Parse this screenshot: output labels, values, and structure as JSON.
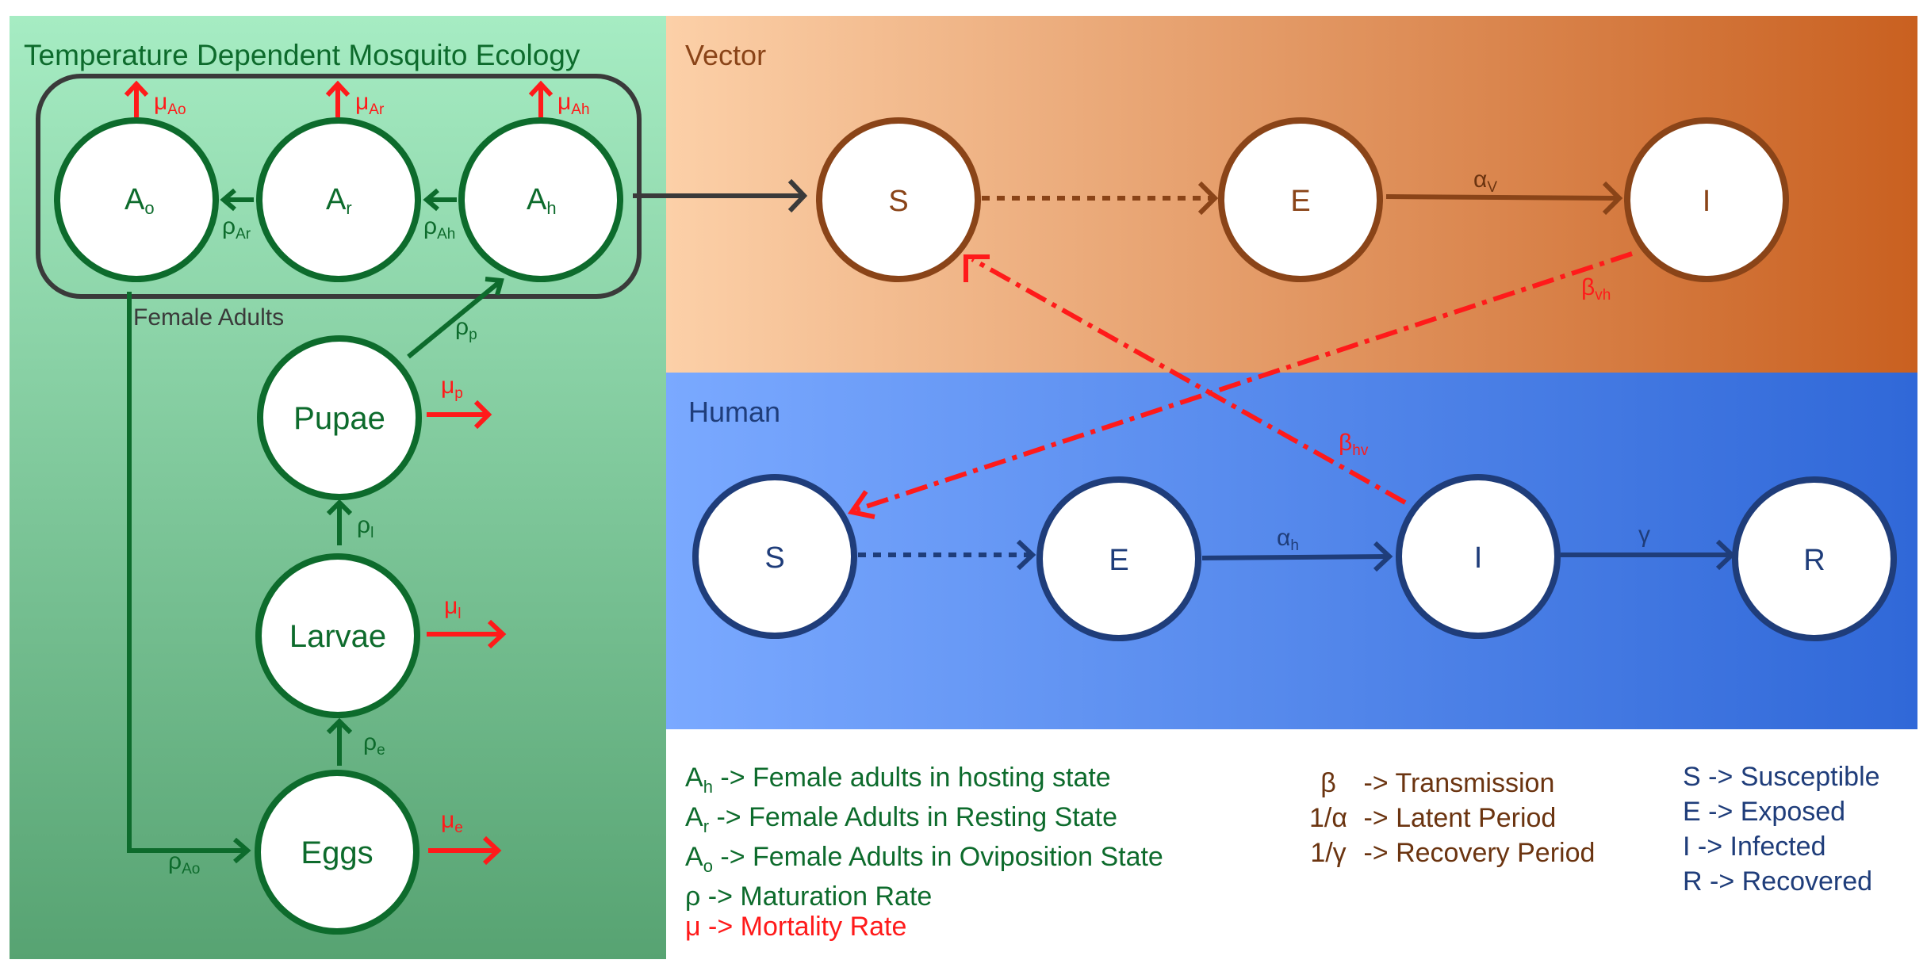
{
  "colors": {
    "mosquito_green": "#0d6b2c",
    "mortality_red": "#ff1a1a",
    "vector_brown": "#8a4418",
    "human_blue": "#1f3d7a",
    "outline_gray": "#3a3a3a"
  },
  "panels": {
    "mosquito_title": "Temperature Dependent Mosquito Ecology",
    "vector_title": "Vector",
    "human_title": "Human",
    "female_adults_label": "Female Adults"
  },
  "nodes": {
    "ao": {
      "main": "A",
      "sub": "o"
    },
    "ar": {
      "main": "A",
      "sub": "r"
    },
    "ah": {
      "main": "A",
      "sub": "h"
    },
    "pupae": "Pupae",
    "larvae": "Larvae",
    "eggs": "Eggs",
    "vector_s": "S",
    "vector_e": "E",
    "vector_i": "I",
    "human_s": "S",
    "human_e": "E",
    "human_i": "I",
    "human_r": "R"
  },
  "edge_labels": {
    "mu_ao": {
      "main": "μ",
      "sub": "Ao"
    },
    "mu_ar": {
      "main": "μ",
      "sub": "Ar"
    },
    "mu_ah": {
      "main": "μ",
      "sub": "Ah"
    },
    "rho_ar": {
      "main": "ρ",
      "sub": "Ar"
    },
    "rho_ah": {
      "main": "ρ",
      "sub": "Ah"
    },
    "rho_p": {
      "main": "ρ",
      "sub": "p"
    },
    "mu_p": {
      "main": "μ",
      "sub": "p"
    },
    "rho_l": {
      "main": "ρ",
      "sub": "l"
    },
    "mu_l": {
      "main": "μ",
      "sub": "l"
    },
    "rho_e": {
      "main": "ρ",
      "sub": "e"
    },
    "mu_e": {
      "main": "μ",
      "sub": "e"
    },
    "rho_ao": {
      "main": "ρ",
      "sub": "Ao"
    },
    "alpha_v": {
      "main": "α",
      "sub": "V"
    },
    "beta_vh": {
      "main": "β",
      "sub": "vh"
    },
    "beta_hv": {
      "main": "β",
      "sub": "hv"
    },
    "alpha_h": {
      "main": "α",
      "sub": "h"
    },
    "gamma": {
      "main": "γ",
      "sub": ""
    }
  },
  "legend": {
    "mosquito": [
      {
        "main": "A",
        "sub": "h",
        "text": " -> Female adults in hosting state"
      },
      {
        "main": "A",
        "sub": "r",
        "text": " -> Female Adults in Resting State"
      },
      {
        "main": "A",
        "sub": "o",
        "text": " -> Female Adults in Oviposition State"
      },
      {
        "main": "ρ",
        "sub": "",
        "text": "  -> Maturation Rate"
      },
      {
        "main": "μ",
        "sub": "",
        "text": "  -> Mortality Rate"
      }
    ],
    "params": [
      {
        "sym": "β",
        "text": "  -> Transmission"
      },
      {
        "sym": "1/α",
        "text": " -> Latent Period"
      },
      {
        "sym": "1/γ",
        "text": " -> Recovery Period"
      }
    ],
    "states": [
      {
        "sym": "S",
        "text": " -> Susceptible"
      },
      {
        "sym": "E",
        "text": " -> Exposed"
      },
      {
        "sym": "I",
        "text": " -> Infected"
      },
      {
        "sym": "R",
        "text": " -> Recovered"
      }
    ]
  }
}
